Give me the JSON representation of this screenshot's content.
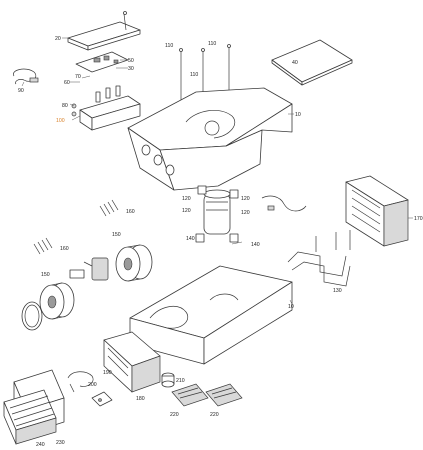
{
  "labels": {
    "l10a": "10",
    "l10b": "10",
    "l20": "20",
    "l30": "30",
    "l40": "40",
    "l50": "50",
    "l60": "60",
    "l70": "70",
    "l80": "80",
    "l90": "90",
    "l100": "100",
    "l110a": "110",
    "l110b": "110",
    "l110c": "110",
    "l120a": "120",
    "l120b": "120",
    "l120c": "120",
    "l120d": "120",
    "l130": "130",
    "l140a": "140",
    "l140b": "140",
    "l150a": "150",
    "l150b": "150",
    "l160a": "160",
    "l160b": "160",
    "l170": "170",
    "l180": "180",
    "l190": "190",
    "l200": "200",
    "l210": "210",
    "l220a": "220",
    "l220b": "220",
    "l230": "230",
    "l240": "240"
  },
  "colors": {
    "line": "#3a3a3a",
    "highlight_label": "#d9822b"
  }
}
